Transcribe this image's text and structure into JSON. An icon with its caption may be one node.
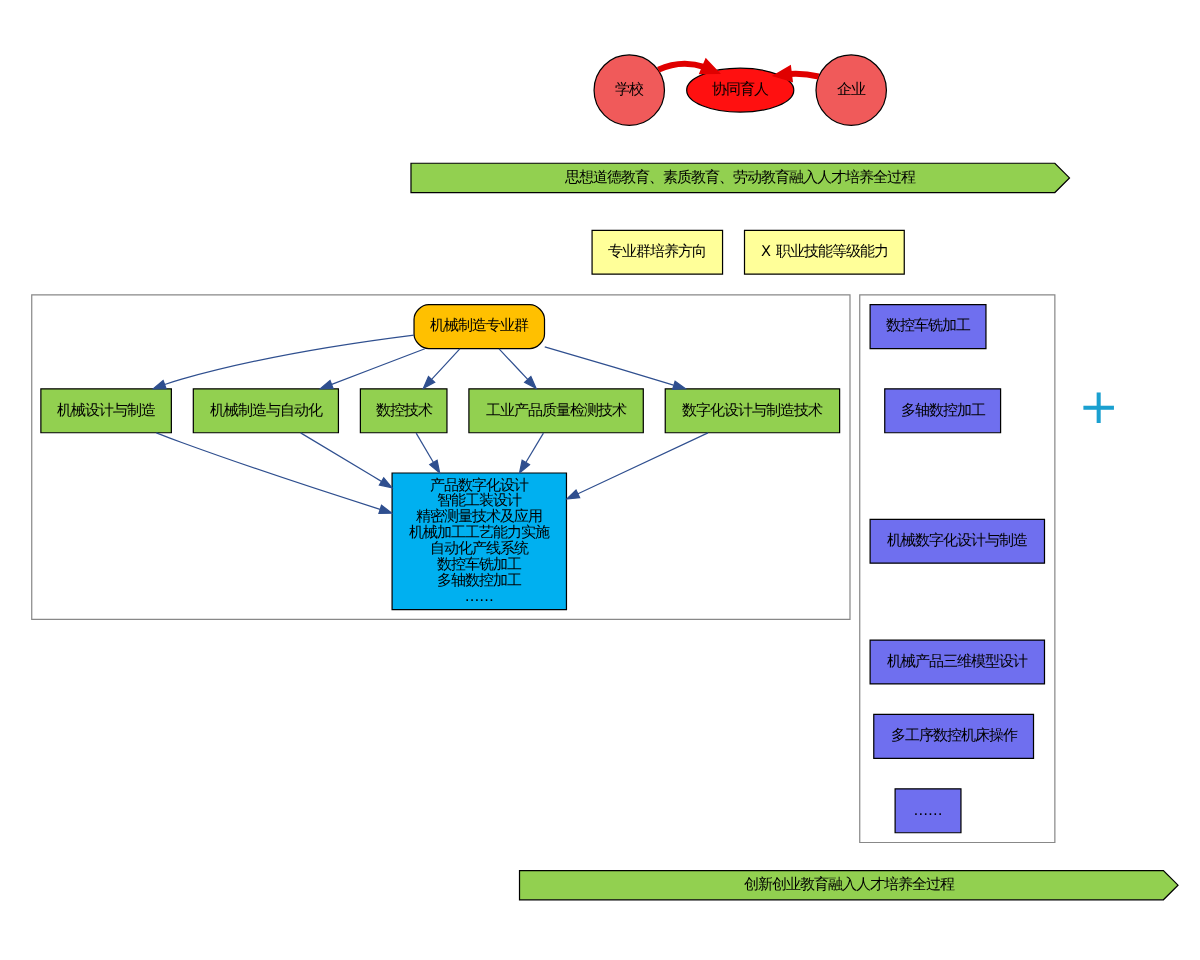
{
  "diagram": {
    "nodes": [
      {
        "text": [
          "学校"
        ]
      },
      {
        "text": [
          "协同育人"
        ]
      },
      {
        "text": [
          "企业"
        ]
      },
      {
        "text": [
          "思想道德教育、素质教育、劳动教育融入人才培养全过程"
        ]
      },
      {
        "text": [
          "专业群培养方向"
        ]
      },
      {
        "text": [
          "X 职业技能等级能力"
        ]
      },
      {
        "text": [],
        "shape": "box"
      },
      {
        "text": [
          "机械制造专业群"
        ],
        "in": 6
      },
      {
        "text": [
          "机械设计与制造"
        ],
        "in": 6
      },
      {
        "text": [
          "机械制造与自动化"
        ],
        "in": 6
      },
      {
        "text": [
          "数控技术"
        ],
        "in": 6
      },
      {
        "text": [
          "工业产品质量检测技术"
        ],
        "in": 6
      },
      {
        "text": [
          "数字化设计与制造技术"
        ],
        "in": 6
      },
      {
        "text": [
          "产品数字化设计",
          "智能工装设计",
          "精密测量技术及应用",
          "机械加工工艺能力实施",
          "自动化产线系统",
          "数控车铣加工",
          "多轴数控加工",
          "……"
        ],
        "in": 6
      },
      {
        "text": [],
        "shape": "box"
      },
      {
        "text": [
          "数控车铣加工"
        ],
        "in": 14
      },
      {
        "text": [
          "多轴数控加工"
        ],
        "in": 14
      },
      {
        "text": [
          "机械数字化设计与制造"
        ],
        "in": 14
      },
      {
        "text": [
          "机械产品三维模型设计"
        ],
        "in": 14
      },
      {
        "text": [
          "多工序数控机床操作"
        ],
        "in": 14
      },
      {
        "text": [
          "……"
        ],
        "in": 14
      },
      {
        "text": [
          "创新创业教育融入人才培养全过程"
        ]
      }
    ],
    "edges": [
      {
        "from": 0,
        "to": 1,
        "arrow": "to",
        "style": "thick",
        "color": "#e00000"
      },
      {
        "from": 2,
        "to": 1,
        "arrow": "to",
        "style": "thick",
        "color": "#e00000"
      },
      {
        "from": 7,
        "to": 8,
        "arrow": "to"
      },
      {
        "from": 7,
        "to": 9,
        "arrow": "to"
      },
      {
        "from": 7,
        "to": 10,
        "arrow": "to"
      },
      {
        "from": 7,
        "to": 11,
        "arrow": "to"
      },
      {
        "from": 7,
        "to": 12,
        "arrow": "to"
      },
      {
        "from": 8,
        "to": 13,
        "arrow": "to"
      },
      {
        "from": 9,
        "to": 13,
        "arrow": "to"
      },
      {
        "from": 10,
        "to": 13,
        "arrow": "to"
      },
      {
        "from": 11,
        "to": 13,
        "arrow": "to"
      },
      {
        "from": 12,
        "to": 13,
        "arrow": "to"
      }
    ],
    "labels": [
      "+"
    ]
  }
}
